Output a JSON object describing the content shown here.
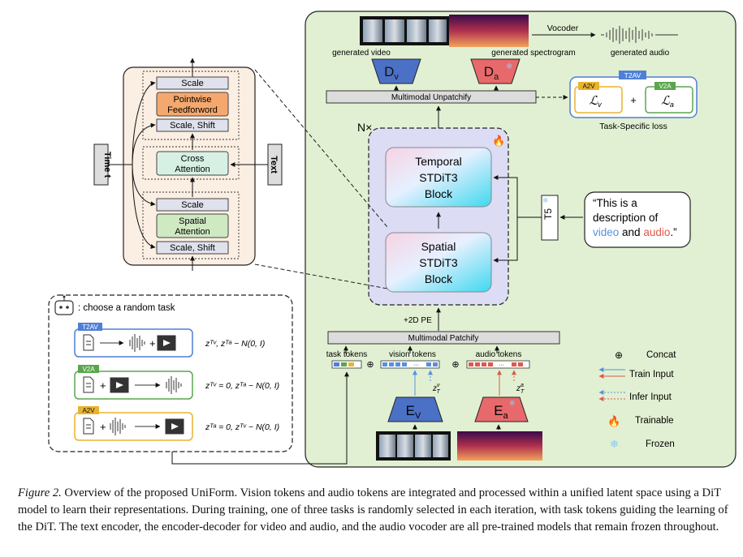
{
  "figure": {
    "decoder_labels": {
      "video_decoder": "D",
      "video_sub": "v",
      "audio_decoder": "D",
      "audio_sub": "a"
    },
    "encoder_labels": {
      "video_encoder": "E",
      "video_sub": "V",
      "audio_encoder": "E",
      "audio_sub": "a"
    },
    "outputs": {
      "generated_video": "generated video",
      "generated_spectrogram": "generated spectrogram",
      "vocoder": "Vocoder",
      "generated_audio": "generated audio"
    },
    "unpatchify": "Multimodal Unpatchify",
    "patchify": "Multimodal  Patchify",
    "pe": "+2D PE",
    "n_times": "N×",
    "temporal_block": [
      "Temporal",
      "STDiT3",
      "Block"
    ],
    "spatial_block": [
      "Spatial",
      "STDiT3",
      "Block"
    ],
    "t5": "T5",
    "prompt": {
      "line1": "“This is a",
      "line2": "description of",
      "video_word": "video",
      "and_word": " and ",
      "audio_word": "audio",
      "end": ".”"
    },
    "loss": {
      "t2av_tag": "T2AV",
      "a2v_tag": "A2V",
      "v2a_tag": "V2A",
      "loss_v": "ℒ",
      "loss_v_sub": "v",
      "plus": "+",
      "loss_a": "ℒ",
      "loss_a_sub": "a",
      "caption": "Task-Specific loss"
    },
    "tokens": {
      "task": "task tokens",
      "vision": "vision tokens",
      "audio": "audio tokens",
      "z_video": "z",
      "z_video_sup": "v",
      "z_video_sub": "T",
      "z_audio": "z",
      "z_audio_sup": "a",
      "z_audio_sub": "T"
    },
    "legend": {
      "concat": "Concat",
      "train_input": "Train Input",
      "infer_input": "Infer Input",
      "trainable": "Trainable",
      "frozen": "Frozen"
    },
    "block_detail": {
      "scale_top": "Scale",
      "ffn_1": "Pointwise",
      "ffn_2": "Feedforword",
      "scale_shift_1": "Scale, Shift",
      "cross_1": "Cross",
      "cross_2": "Attention",
      "scale_mid": "Scale",
      "spatial_1": "Spatial",
      "spatial_2": "Attention",
      "scale_shift_2": "Scale, Shift",
      "time_label": "Time t",
      "text_label": "Text"
    },
    "tasks": {
      "header": ": choose a random task",
      "t2av_tag": "T2AV",
      "v2a_tag": "V2A",
      "a2v_tag": "A2V",
      "eq_t2av": "zᵀᵛ, zᵀᵃ ~ N(0, I)",
      "eq_v2a": "zᵀᵛ = 0, zᵀᵃ ~ N(0, I)",
      "eq_a2v": "zᵀᵃ = 0, zᵀᵛ ~ N(0, I)"
    },
    "colors": {
      "main_bg": "#e1f0d2",
      "detail_bg": "#fbeee2",
      "block_bg": "#dcdcf5",
      "decoder_video": "#4b71c6",
      "decoder_audio": "#e8696b",
      "ffn": "#f5a86e",
      "green_box": "#cfe9c2",
      "cross_box": "#d6f1e4",
      "t2av_blue": "#4f7fd6",
      "v2a_green": "#5aa64e",
      "a2v_yellow": "#e8b430",
      "audio_word": "#e0584a",
      "video_word": "#5a8fe0"
    }
  },
  "caption": {
    "label": "Figure 2.",
    "text": " Overview of the proposed UniForm. Vision tokens and audio tokens are integrated and processed within a unified latent space using a DiT model to learn their representations. During training, one of three tasks is randomly selected in each iteration, with task tokens guiding the learning of the DiT. The text encoder, the encoder-decoder for video and audio, and the audio vocoder are all pre-trained models that remain frozen throughout."
  }
}
